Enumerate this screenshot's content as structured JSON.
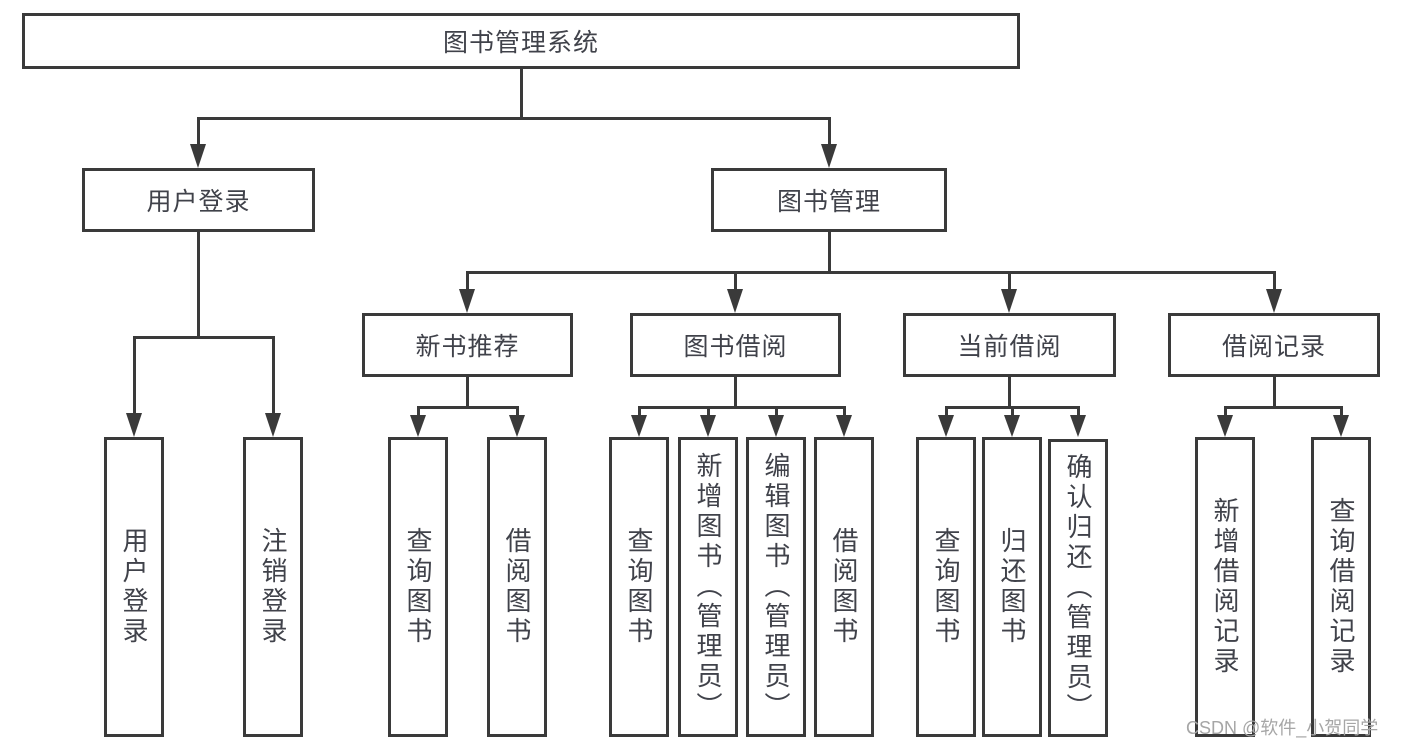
{
  "tree": {
    "label": "图书管理系统",
    "children": [
      {
        "label": "用户登录",
        "children": [
          {
            "label": "用户登录"
          },
          {
            "label": "注销登录"
          }
        ]
      },
      {
        "label": "图书管理",
        "children": [
          {
            "label": "新书推荐",
            "children": [
              {
                "label": "查询图书"
              },
              {
                "label": "借阅图书"
              }
            ]
          },
          {
            "label": "图书借阅",
            "children": [
              {
                "label": "查询图书"
              },
              {
                "label": "新增图书（管理员）"
              },
              {
                "label": "编辑图书（管理员）"
              },
              {
                "label": "借阅图书"
              }
            ]
          },
          {
            "label": "当前借阅",
            "children": [
              {
                "label": "查询图书"
              },
              {
                "label": "归还图书"
              },
              {
                "label": "确认归还（管理员）"
              }
            ]
          },
          {
            "label": "借阅记录",
            "children": [
              {
                "label": "新增借阅记录"
              },
              {
                "label": "查询借阅记录"
              }
            ]
          }
        ]
      }
    ]
  },
  "watermark": {
    "text": "CSDN @软件_小贺同学"
  },
  "colors": {
    "line": "#3a3a3a",
    "text": "#40424a",
    "watermark": "#a6a6a6",
    "background": "#ffffff"
  }
}
